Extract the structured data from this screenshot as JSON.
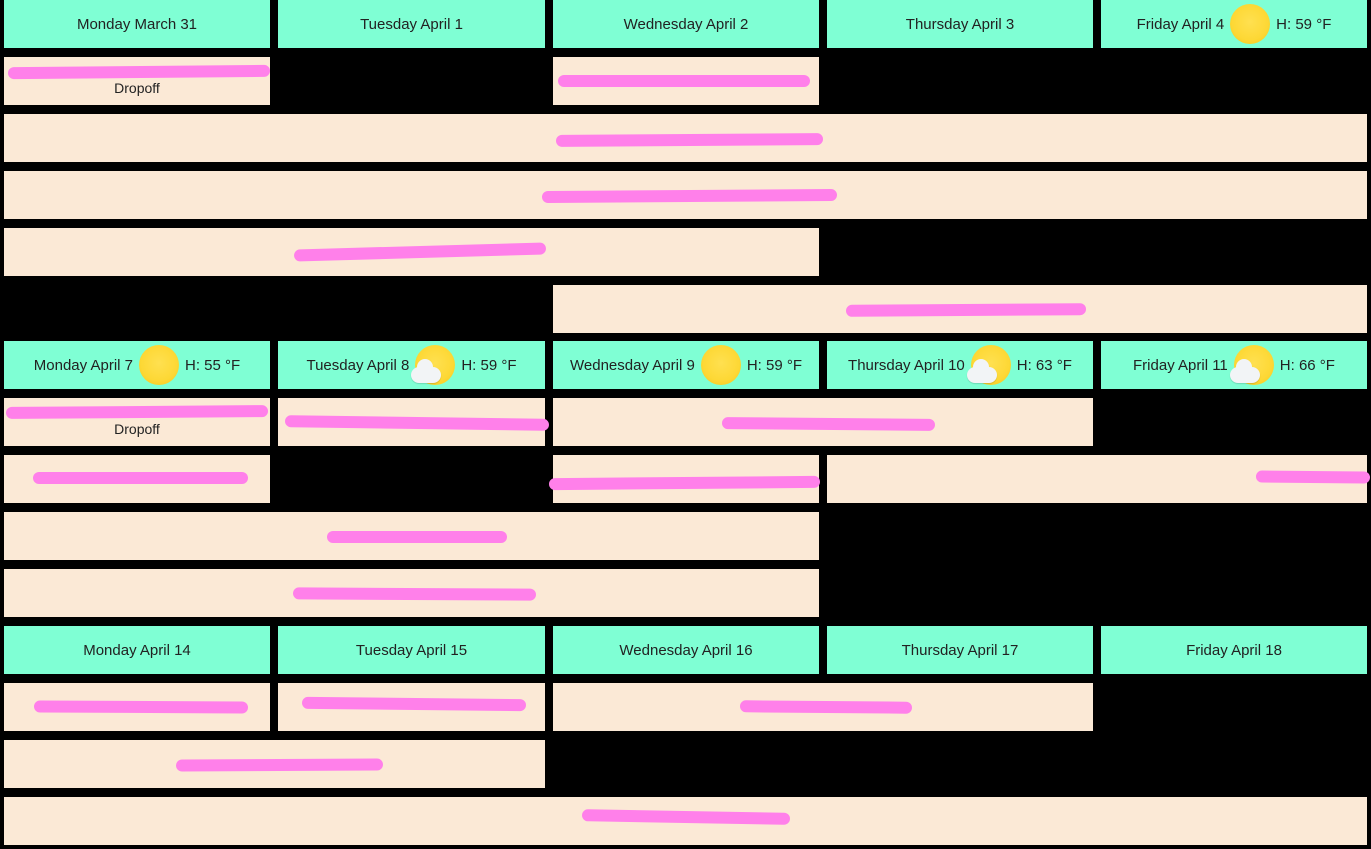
{
  "weeks": [
    {
      "days": [
        {
          "label": "Monday March 31"
        },
        {
          "label": "Tuesday April 1"
        },
        {
          "label": "Wednesday April 2"
        },
        {
          "label": "Thursday April 3"
        },
        {
          "label": "Friday April 4",
          "weather": "sun",
          "temp": "H: 59 °F"
        }
      ],
      "events": [
        {
          "text": "Dropoff"
        },
        {
          "text": ""
        },
        {
          "text": ""
        },
        {
          "text": ""
        },
        {
          "text": ""
        },
        {
          "text": ""
        }
      ]
    },
    {
      "days": [
        {
          "label": "Monday April 7",
          "weather": "sun",
          "temp": "H: 55 °F"
        },
        {
          "label": "Tuesday April 8",
          "weather": "sun-cloud",
          "temp": "H: 59 °F"
        },
        {
          "label": "Wednesday April 9",
          "weather": "sun",
          "temp": "H: 59 °F"
        },
        {
          "label": "Thursday April 10",
          "weather": "sun-cloud",
          "temp": "H: 63 °F"
        },
        {
          "label": "Friday April 11",
          "weather": "sun-cloud",
          "temp": "H: 66 °F"
        }
      ],
      "events": [
        {
          "text": "Dropoff"
        },
        {
          "text": ""
        },
        {
          "text": ""
        },
        {
          "text": ""
        },
        {
          "text": ""
        },
        {
          "text": ""
        },
        {
          "text": ""
        },
        {
          "text": ""
        }
      ]
    },
    {
      "days": [
        {
          "label": "Monday April 14"
        },
        {
          "label": "Tuesday April 15"
        },
        {
          "label": "Wednesday April 16"
        },
        {
          "label": "Thursday April 17"
        },
        {
          "label": "Friday April 18"
        }
      ],
      "events": [
        {
          "text": ""
        },
        {
          "text": ""
        },
        {
          "text": ""
        },
        {
          "text": ""
        },
        {
          "text": ""
        }
      ]
    }
  ],
  "colors": {
    "header_bg": "#7fffd4",
    "event_bg": "#fbe9d6",
    "page_bg": "#000000",
    "redaction": "#ff80ea",
    "sun": "#fdd835"
  }
}
